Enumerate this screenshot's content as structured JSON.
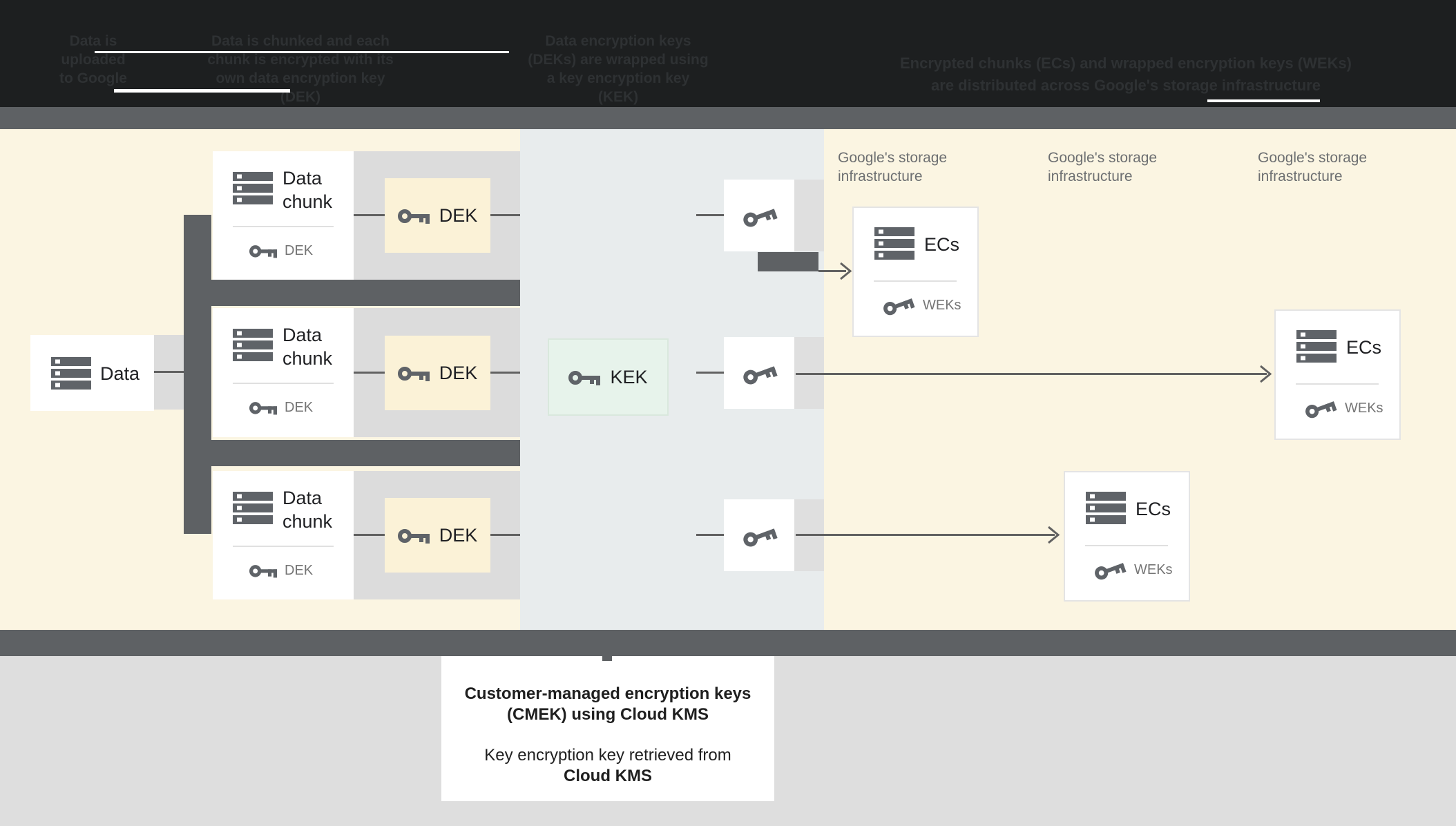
{
  "header": {
    "steps": [
      {
        "lines": [
          "Data is",
          "uploaded",
          "to Google"
        ]
      },
      {
        "lines": [
          "Data is chunked and each",
          "chunk is encrypted with its",
          "own data encryption key (DEK)"
        ]
      },
      {
        "lines": [
          "Data encryption keys",
          "(DEKs) are wrapped using",
          "a key encryption key (KEK)"
        ]
      },
      {
        "lines": [
          "Encrypted chunks (ECs) and wrapped encryption keys (WEKs)",
          "are distributed across Google's storage infrastructure"
        ]
      }
    ]
  },
  "diagram": {
    "data_box": {
      "label": "Data"
    },
    "chunk_cards": [
      {
        "title": "Data chunk",
        "key_label": "DEK"
      },
      {
        "title": "Data chunk",
        "key_label": "DEK"
      },
      {
        "title": "Data chunk",
        "key_label": "DEK"
      }
    ],
    "dek_boxes": [
      {
        "label": "DEK"
      },
      {
        "label": "DEK"
      },
      {
        "label": "DEK"
      }
    ],
    "kek_box": {
      "label": "KEK"
    },
    "storage_labels": [
      {
        "line1": "Google's storage",
        "line2": "infrastructure"
      },
      {
        "line1": "Google's storage",
        "line2": "infrastructure"
      },
      {
        "line1": "Google's storage",
        "line2": "infrastructure"
      }
    ],
    "ec_cards": [
      {
        "title": "ECs",
        "key_label": "WEKs"
      },
      {
        "title": "ECs",
        "key_label": "WEKs"
      },
      {
        "title": "ECs",
        "key_label": "WEKs"
      }
    ]
  },
  "caption": {
    "line1": "Customer-managed encryption keys",
    "line2": "(CMEK) using Cloud KMS",
    "line3": "Key encryption key retrieved from",
    "line4": "Cloud KMS"
  },
  "colors": {
    "header_bg": "#1D1F20",
    "bar_gray": "#5E6164",
    "region_yellow": "#FBF5E2",
    "region_mid_gray": "#E8ECED",
    "band_gray": "#DCDCDC",
    "dek_yellow": "#FBF2D7",
    "kek_green": "#E7F3EB",
    "icon_gray": "#5F6368",
    "text_dark": "#202124",
    "text_gray": "#757575",
    "footer_gray": "#DEDEDE"
  }
}
